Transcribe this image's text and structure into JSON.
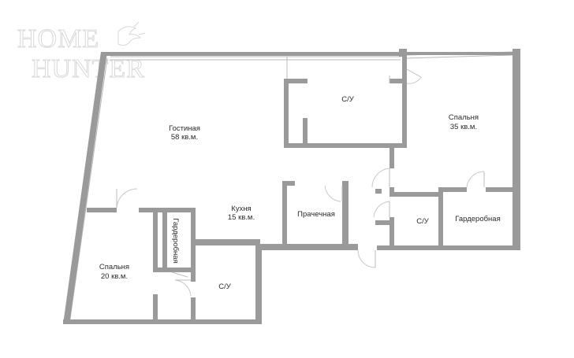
{
  "logo": {
    "line1": "HOME",
    "line2": "HUNTER",
    "mark": "bird-logo-icon"
  },
  "rooms": [
    {
      "id": "living",
      "name": "Гостиная",
      "area": "58 кв.м."
    },
    {
      "id": "bath-top",
      "name": "С/У",
      "area": ""
    },
    {
      "id": "bedroom-main",
      "name": "Спальня",
      "area": "35 кв.м."
    },
    {
      "id": "kitchen",
      "name": "Кухня",
      "area": "15 кв.м."
    },
    {
      "id": "laundry",
      "name": "Прачечная",
      "area": ""
    },
    {
      "id": "bath-small",
      "name": "С/У",
      "area": ""
    },
    {
      "id": "wardrobe-right",
      "name": "Гардеробная",
      "area": ""
    },
    {
      "id": "wardrobe-left",
      "name": "Гардеробная",
      "area": ""
    },
    {
      "id": "bedroom-left",
      "name": "Спальня",
      "area": "20 кв.м."
    },
    {
      "id": "bath-bottom",
      "name": "С/У",
      "area": ""
    }
  ],
  "colors": {
    "wall": "#9a9a9a",
    "glass": "#b8b8b8",
    "text": "#2a2a2a",
    "logo": "#d8d8d8"
  }
}
